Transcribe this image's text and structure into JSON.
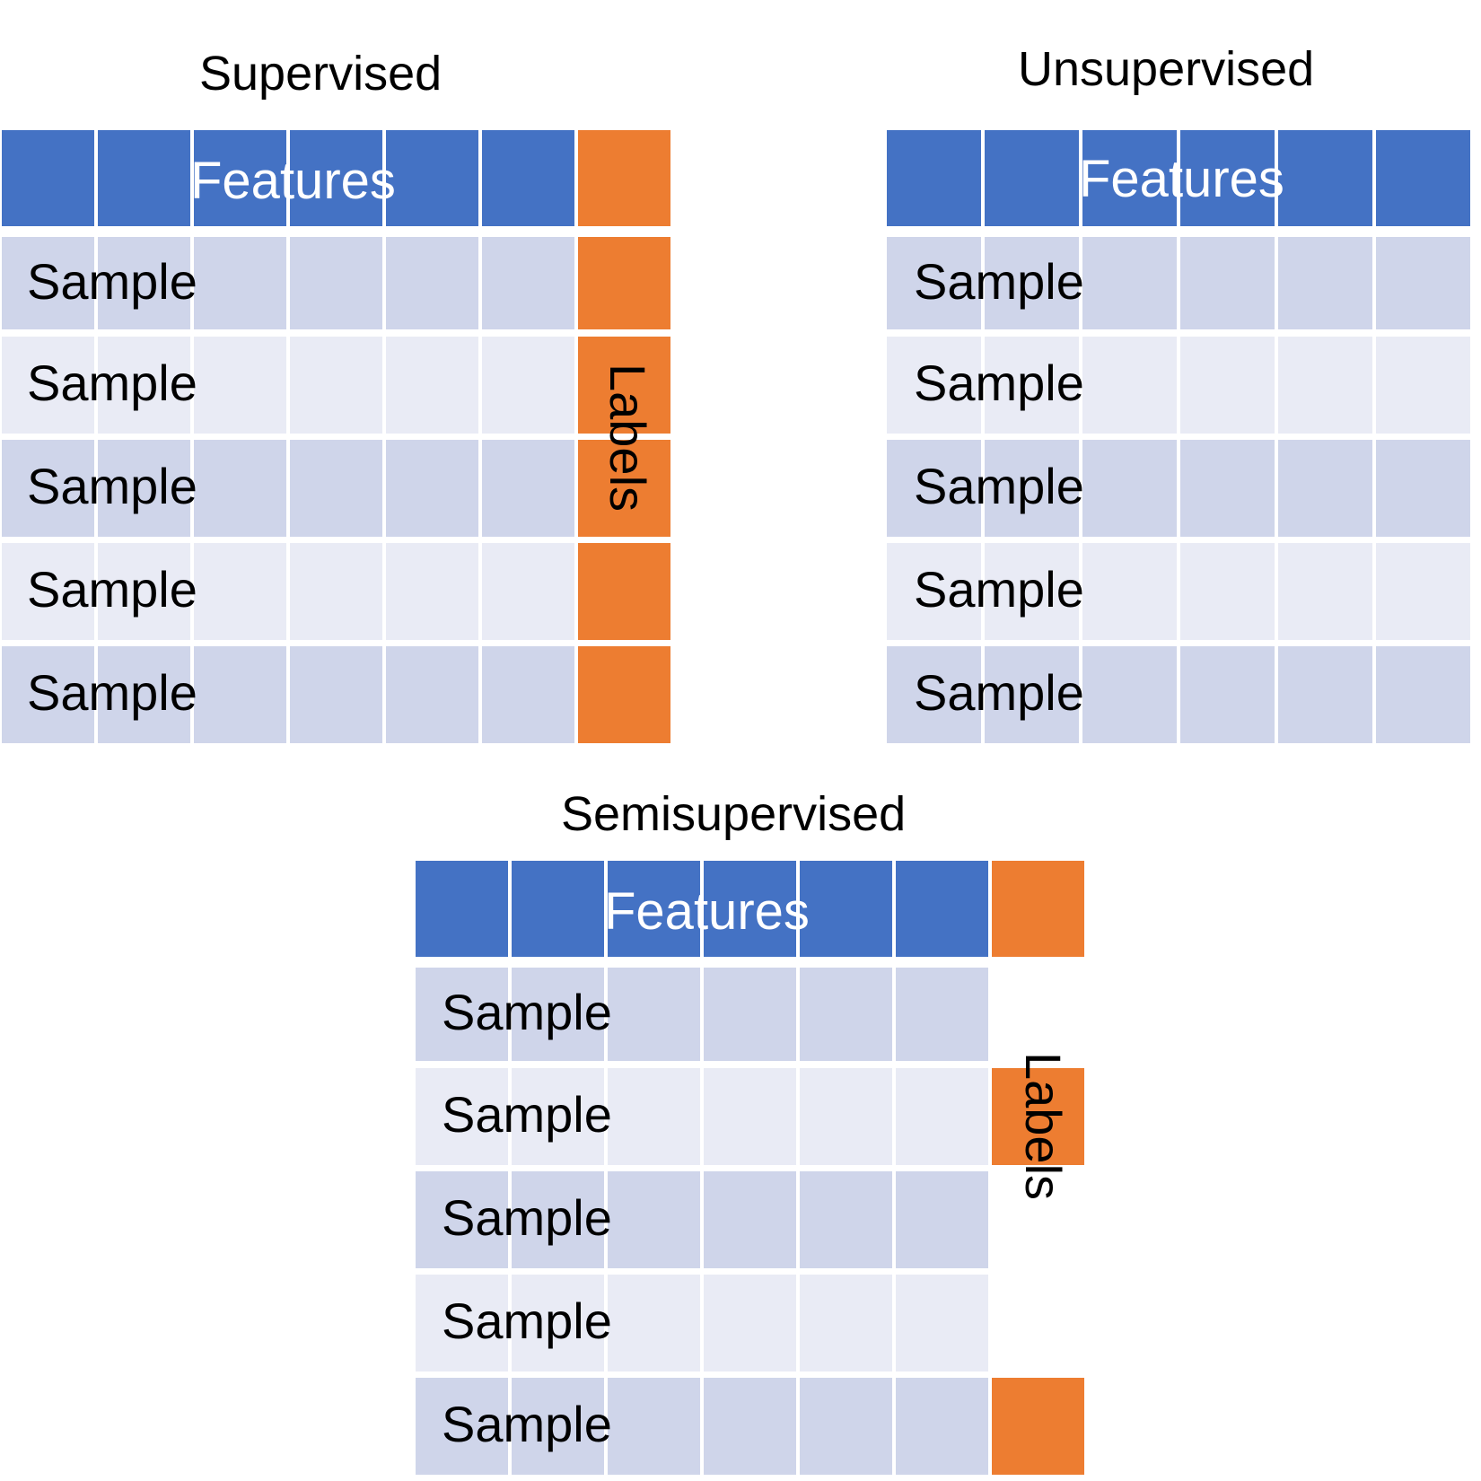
{
  "colors": {
    "header": "#4472C4",
    "label": "#ED7D31",
    "row_dark": "#CFD5EA",
    "row_light": "#E9EBF5",
    "background": "#FFFFFF"
  },
  "panels": [
    {
      "title": "Supervised",
      "header_text": "Features",
      "row_text": "Sample",
      "labels_text": "Labels",
      "feature_columns": 6,
      "rows": 5,
      "labeled_rows": [
        true,
        true,
        true,
        true,
        true
      ]
    },
    {
      "title": "Unsupervised",
      "header_text": "Features",
      "row_text": "Sample",
      "labels_text": "",
      "feature_columns": 6,
      "rows": 5,
      "labeled_rows": []
    },
    {
      "title": "Semisupervised",
      "header_text": "Features",
      "row_text": "Sample",
      "labels_text": "Labels",
      "feature_columns": 6,
      "rows": 5,
      "labeled_rows": [
        false,
        true,
        false,
        false,
        true
      ]
    }
  ]
}
